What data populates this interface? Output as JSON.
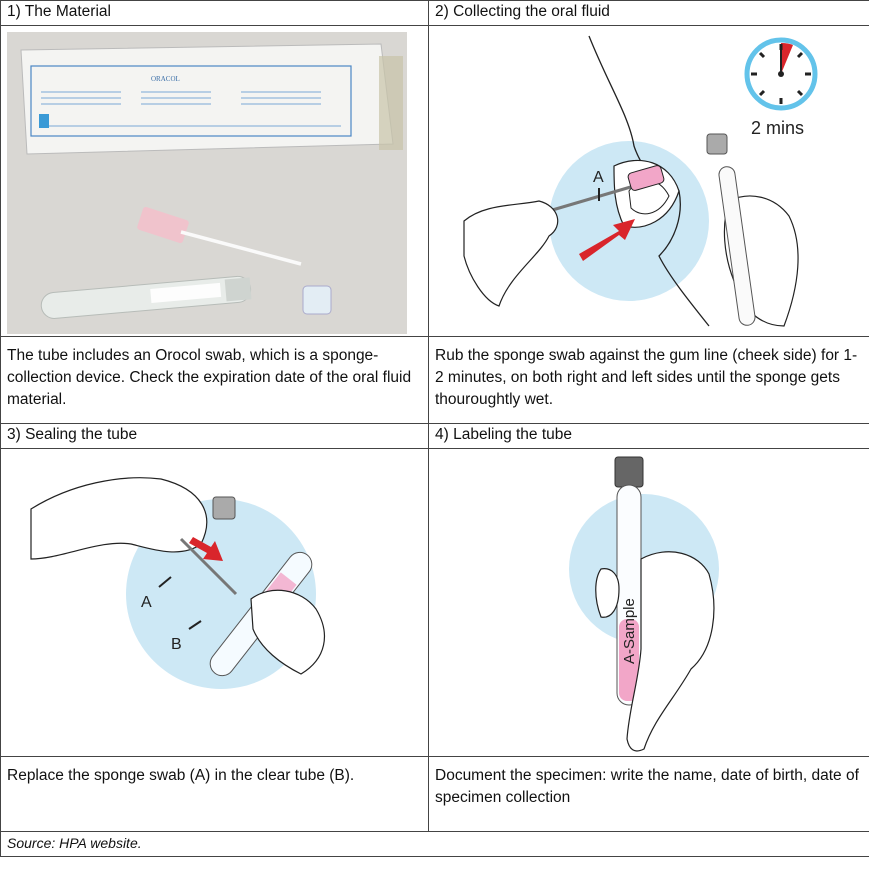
{
  "panels": [
    {
      "title": "1) The Material",
      "caption": "The tube includes an Orocol swab, which is a sponge-collection device. Check the expiration date of the oral fluid material."
    },
    {
      "title": "2) Collecting the oral fluid",
      "caption": "Rub the sponge swab against the gum line (cheek side) for 1-2 minutes, on both right and left sides until the sponge gets thouroughtly wet."
    },
    {
      "title": "3) Sealing the tube",
      "caption": "Replace the sponge swab (A) in the clear tube (B)."
    },
    {
      "title": "4) Labeling the tube",
      "caption": "Document the specimen: write the name, date of birth, date of specimen collection"
    }
  ],
  "illustration_text": {
    "timer": "2 mins",
    "label_a": "A",
    "label_b": "B",
    "tube_label": "A-Sample",
    "package_brand": "ORACOL"
  },
  "source": "Source: HPA website.",
  "colors": {
    "circle": "#cde8f5",
    "pink": "#f2a6c8",
    "arrow": "#d9252b",
    "clock_ring": "#63c3ea"
  }
}
